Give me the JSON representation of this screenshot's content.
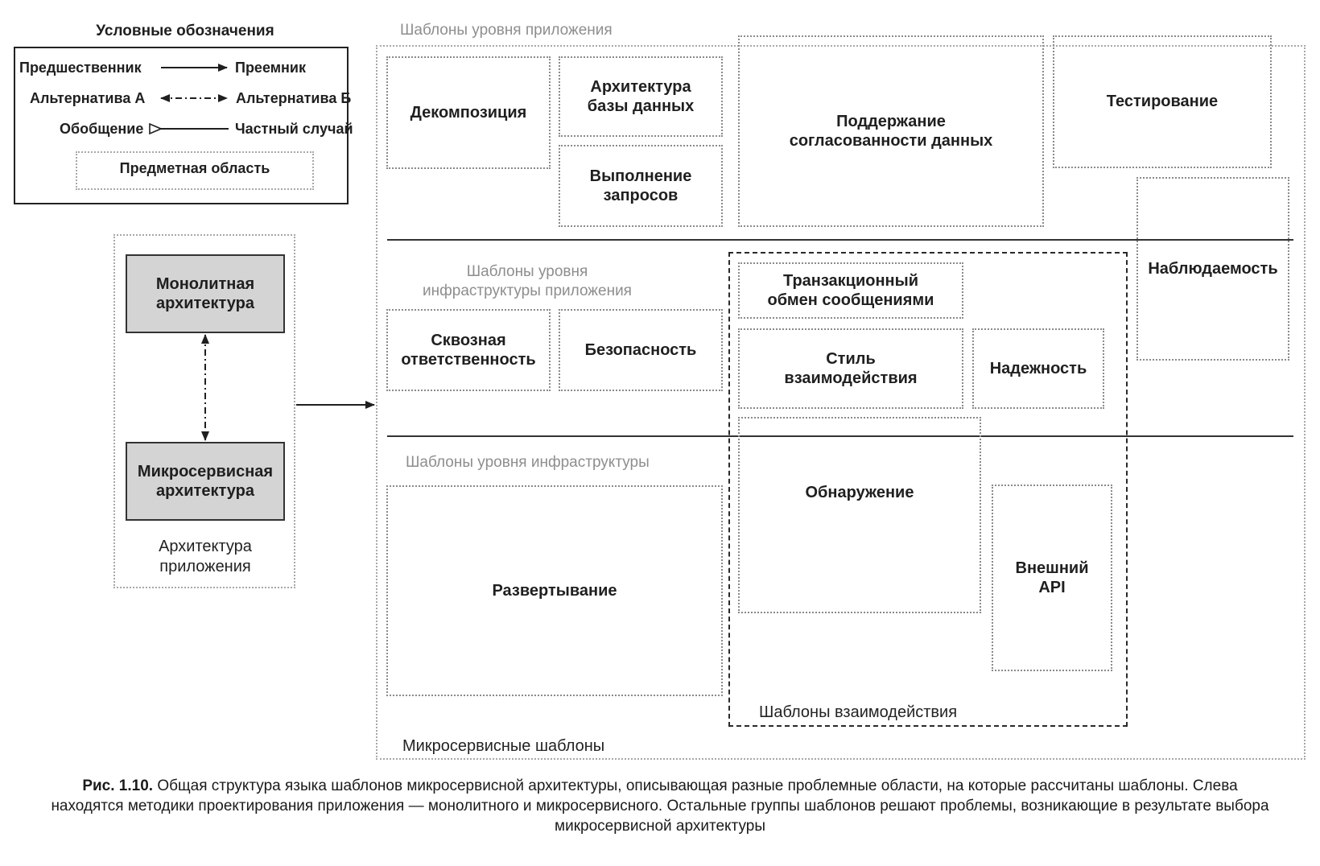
{
  "legend": {
    "title": "Условные обозначения",
    "predecessor": "Предшественник",
    "successor": "Преемник",
    "alt_a": "Альтернатива А",
    "alt_b": "Альтернатива Б",
    "generalization": "Обобщение",
    "special_case": "Частный случай",
    "subject_area": "Предметная область"
  },
  "app_architecture": {
    "monolith": "Монолитная\nархитектура",
    "microservice": "Микросервисная\nархитектура",
    "label": "Архитектура\nприложения"
  },
  "levels": {
    "application": "Шаблоны уровня приложения",
    "app_infrastructure": "Шаблоны уровня\nинфраструктуры приложения",
    "infrastructure": "Шаблоны уровня инфраструктуры"
  },
  "boxes": {
    "decomposition": "Декомпозиция",
    "db_architecture": "Архитектура\nбазы данных",
    "query_execution": "Выполнение\nзапросов",
    "data_consistency": "Поддержание\nсогласованности данных",
    "testing": "Тестирование",
    "observability": "Наблюдаемость",
    "cross_cutting": "Сквозная\nответственность",
    "security": "Безопасность",
    "transactional_messaging": "Транзакционный\nобмен сообщениями",
    "interaction_style": "Стиль\nвзаимодействия",
    "reliability": "Надежность",
    "discovery": "Обнаружение",
    "external_api": "Внешний\nAPI",
    "deployment": "Развертывание"
  },
  "groups": {
    "interaction_patterns": "Шаблоны взаимодействия",
    "microservice_patterns": "Микросервисные шаблоны"
  },
  "caption": {
    "label": "Рис. 1.10.",
    "text": " Общая структура языка шаблонов микросервисной архитектуры, описывающая разные проблемные области, на которые рассчитаны шаблоны. Слева находятся методики проектирования приложения — монолитного и микросервисного. Остальные группы шаблонов решают проблемы, возникающие в результате выбора микросервисной архитектуры"
  }
}
